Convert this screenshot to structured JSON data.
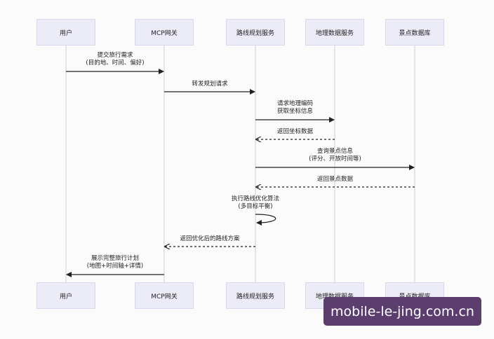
{
  "participants": [
    "用户",
    "MCP网关",
    "路线规划服务",
    "地理数据服务",
    "景点数据库"
  ],
  "messages": [
    {
      "lines": [
        "提交旅行需求",
        "(目的地、时间、偏好)"
      ],
      "from": 0,
      "to": 1,
      "style": "solid"
    },
    {
      "lines": [
        "转发规划请求"
      ],
      "from": 1,
      "to": 2,
      "style": "solid"
    },
    {
      "lines": [
        "请求地理编码",
        "获取坐标信息"
      ],
      "from": 2,
      "to": 3,
      "style": "solid"
    },
    {
      "lines": [
        "返回坐标数据"
      ],
      "from": 3,
      "to": 2,
      "style": "dashed"
    },
    {
      "lines": [
        "查询景点信息",
        "(评分、开放时间等)"
      ],
      "from": 2,
      "to": 4,
      "style": "solid"
    },
    {
      "lines": [
        "返回景点数据"
      ],
      "from": 4,
      "to": 2,
      "style": "dashed"
    },
    {
      "lines": [
        "执行路线优化算法",
        "(多目标平衡)"
      ],
      "from": 2,
      "to": 2,
      "style": "self"
    },
    {
      "lines": [
        "返回优化后的路线方案"
      ],
      "from": 2,
      "to": 1,
      "style": "dashed"
    },
    {
      "lines": [
        "展示完整旅行计划",
        "(地图+时间轴+详情)"
      ],
      "from": 1,
      "to": 0,
      "style": "solid"
    }
  ],
  "watermark": "mobile-le-jing.com.cn"
}
